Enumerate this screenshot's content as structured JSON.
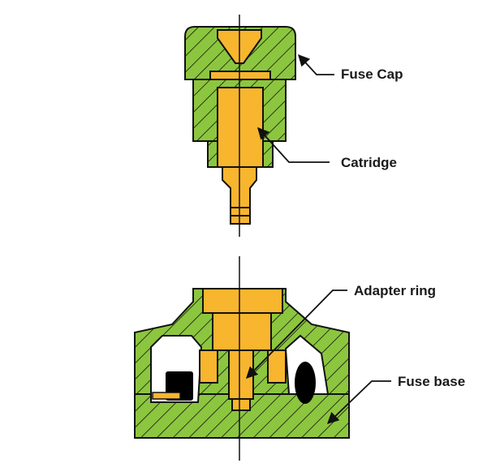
{
  "labels": {
    "fuse_cap": "Fuse Cap",
    "cartridge": "Catridge",
    "adapter_ring": "Adapter ring",
    "fuse_base": "Fuse base"
  },
  "colors": {
    "body_green": "#8CC63F",
    "brass_orange": "#F8B52E",
    "outline": "#111111",
    "void_white": "#FFFFFF",
    "seal_black": "#000000"
  }
}
